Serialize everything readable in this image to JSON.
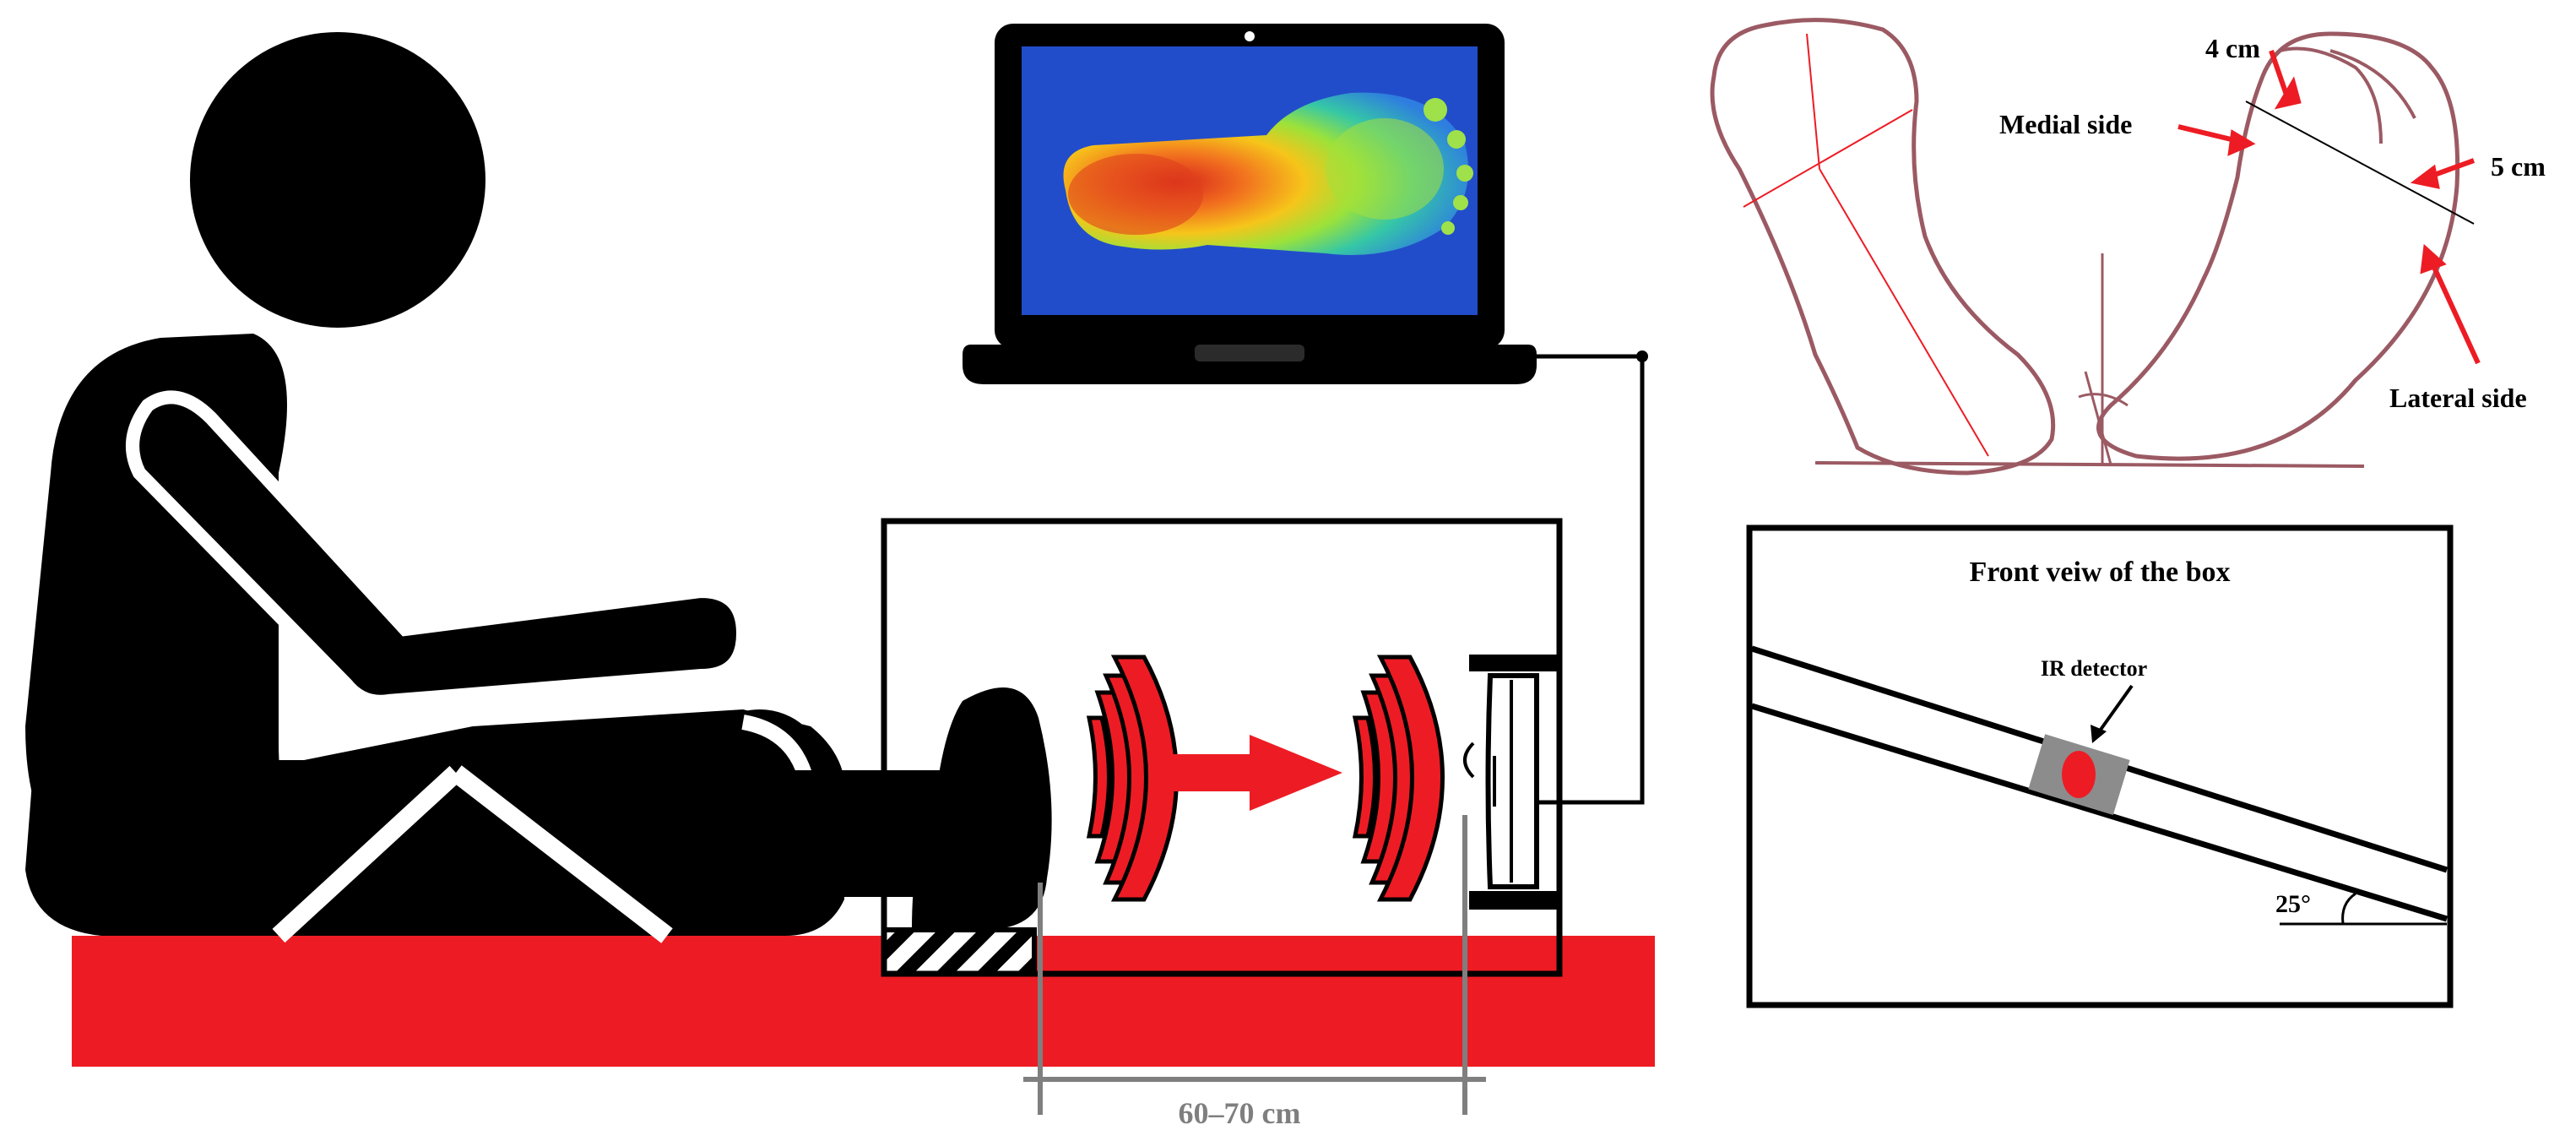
{
  "labels": {
    "distance": "60–70 cm",
    "front_view_title": "Front veiw of the box",
    "ir_detector": "IR detector",
    "angle": "25°",
    "measure_4cm": "4 cm",
    "measure_5cm": "5 cm",
    "medial_side": "Medial side",
    "lateral_side": "Lateral side"
  },
  "colors": {
    "black": "#000000",
    "red": "#ed1c24",
    "sketch": "#9b5a63",
    "distance_gray": "#7f7f7f",
    "detector_gray": "#8c8c8c"
  },
  "icons": {
    "person": "seated-person-icon",
    "laptop": "laptop-icon",
    "thermal_image": "thermal-foot-image",
    "waves": "infrared-wave-icon",
    "camera": "ir-camera-icon"
  }
}
